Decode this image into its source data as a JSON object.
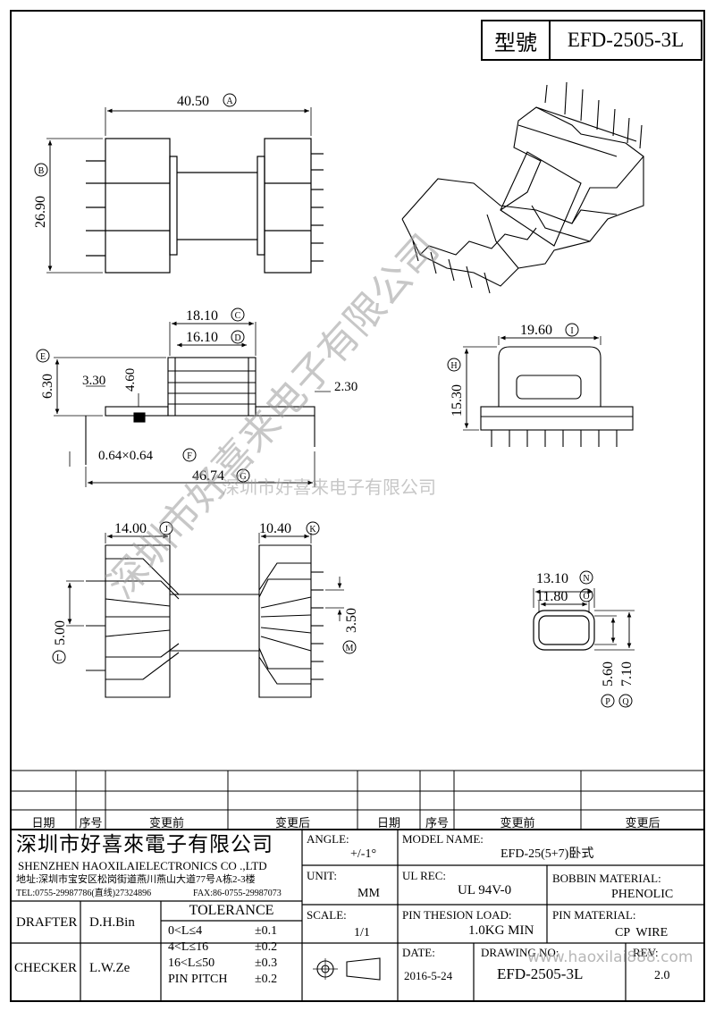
{
  "title_block": {
    "model_label": "型號",
    "model_value": "EFD-2505-3L"
  },
  "dims": {
    "A": "40.50",
    "B": "26.90",
    "C": "18.10",
    "D": "16.10",
    "E": "6.30",
    "F": "0.64×0.64",
    "G": "46.74",
    "H": "15.30",
    "I": "19.60",
    "J": "14.00",
    "K": "10.40",
    "L": "5.00",
    "M": "3.50",
    "N": "13.10",
    "O": "11.80",
    "P": "5.60",
    "Q": "7.10",
    "d330": "3.30",
    "d460": "4.60",
    "d230": "2.30"
  },
  "circles": {
    "A": "A",
    "B": "B",
    "C": "C",
    "D": "D",
    "E": "E",
    "F": "F",
    "G": "G",
    "H": "H",
    "I": "I",
    "J": "J",
    "K": "K",
    "L": "L",
    "M": "M",
    "N": "N",
    "O": "O",
    "P": "P",
    "Q": "Q"
  },
  "watermark": {
    "diag": "深圳市好喜来电子有限公司",
    "horiz": "深圳市好喜来电子有限公司"
  },
  "revision": {
    "date": "日期",
    "no": "序号",
    "before": "变更前",
    "after": "变更后"
  },
  "company": {
    "cn": "深圳市好喜來電子有限公司",
    "en": "SHENZHEN HAOXILAIELECTRONICS CO .,LTD",
    "addr": "地址:深圳市宝安区松岗街道燕川燕山大道77号A栋2-3楼",
    "tel": "TEL:0755-29987786(直线)27324896",
    "fax": "FAX:86-0755-29987073"
  },
  "spec": {
    "angle_label": "ANGLE:",
    "angle_value": "+/-1°",
    "model_name_label": "MODEL NAME:",
    "model_name_value": "EFD-25(5+7)卧式",
    "unit_label": "UNIT:",
    "unit_value": "MM",
    "ul_label": "UL REC:",
    "ul_value": "UL 94V-0",
    "bobbin_label": "BOBBIN MATERIAL:",
    "bobbin_value": "PHENOLIC",
    "scale_label": "SCALE:",
    "scale_value": "1/1",
    "pin_load_label": "PIN THESION LOAD:",
    "pin_load_value": "1.0KG MIN",
    "pin_mat_label": "PIN MATERIAL:",
    "pin_mat_value": "CP  WIRE",
    "date_label": "DATE:",
    "date_value": "2016-5-24",
    "drawing_label": "DRAWING NO:",
    "drawing_value": "EFD-2505-3L",
    "rev_label": "REV:",
    "rev_value": "2.0"
  },
  "people": {
    "drafter_label": "DRAFTER",
    "drafter": "D.H.Bin",
    "checker_label": "CHECKER",
    "checker": "L.W.Ze"
  },
  "tolerance": {
    "title": "TOLERANCE",
    "rows": [
      {
        "range": "0<L≤4",
        "tol": "±0.1"
      },
      {
        "range": "4<L≤16",
        "tol": "±0.2"
      },
      {
        "range": "16<L≤50",
        "tol": "±0.3"
      },
      {
        "range": "PIN PITCH",
        "tol": "±0.2"
      }
    ]
  },
  "url_watermark": "www.haoxilai888.com"
}
